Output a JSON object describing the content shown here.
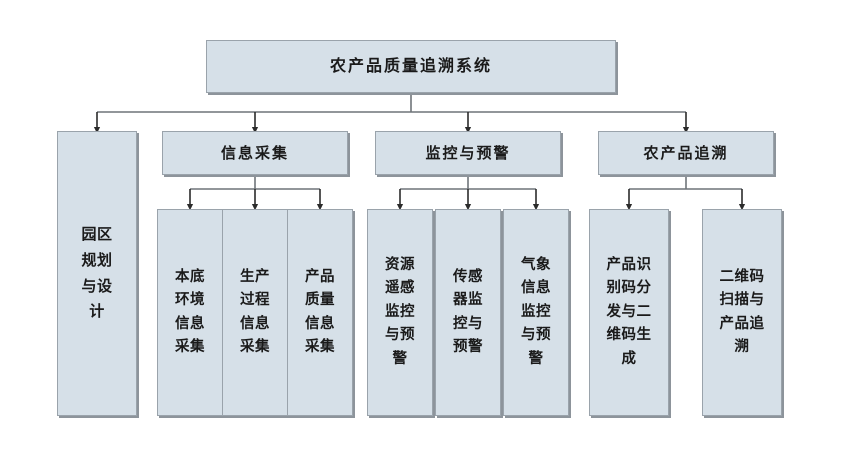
{
  "diagram": {
    "title": "农产品质量追溯系统",
    "style": {
      "box_fill": "#d6e0e8",
      "box_border": "#9aa3ab",
      "box_shadow": "#8d949b",
      "connector": "#6f7479",
      "text_color": "#1a1a1a",
      "background": "#ffffff"
    },
    "root": {
      "label": "农产品质量追溯系统"
    },
    "aside": {
      "label": "园区规划与设计"
    },
    "branches": [
      {
        "label": "信息采集",
        "children": [
          {
            "label": "本底环境信息采集"
          },
          {
            "label": "生产过程信息采集"
          },
          {
            "label": "产品质量信息采集"
          }
        ]
      },
      {
        "label": "监控与预警",
        "children": [
          {
            "label": "资源遥感监控与预警"
          },
          {
            "label": "传感器监控与预警"
          },
          {
            "label": "气象信息监控与预警"
          }
        ]
      },
      {
        "label": "农产品追溯",
        "children": [
          {
            "label": "产品识别码分发与二维码生成"
          },
          {
            "label": "二维码扫描与产品追溯"
          }
        ]
      }
    ]
  }
}
